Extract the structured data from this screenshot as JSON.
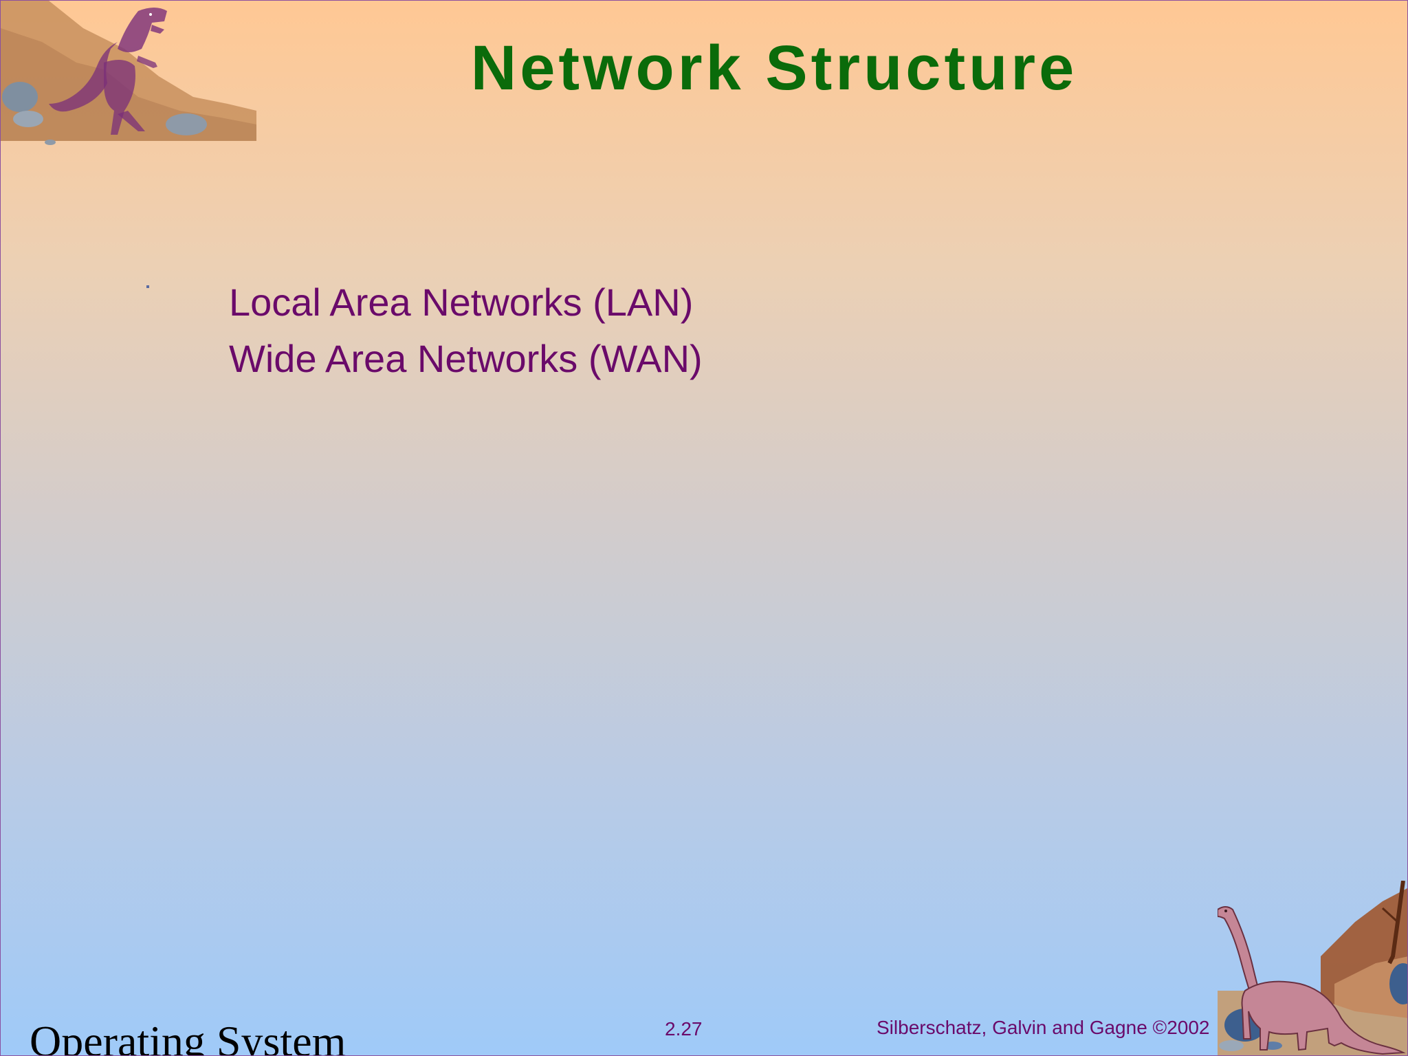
{
  "slide": {
    "title": "Network Structure",
    "bullets": [
      "Local Area Networks (LAN)",
      "Wide Area Networks (WAN)"
    ]
  },
  "footer": {
    "page_number": "2.27",
    "copyright": "Silberschatz, Galvin and  Gagne ©2002",
    "course_title": "Operating System"
  },
  "colors": {
    "title": "#0a6b0a",
    "body_text": "#6a0a6a",
    "background_top": "#ffc894",
    "background_bottom": "#9fcaf8"
  },
  "icons": {
    "top_left": "t-rex-dinosaur-icon",
    "bottom_right": "brontosaurus-dinosaur-icon"
  }
}
